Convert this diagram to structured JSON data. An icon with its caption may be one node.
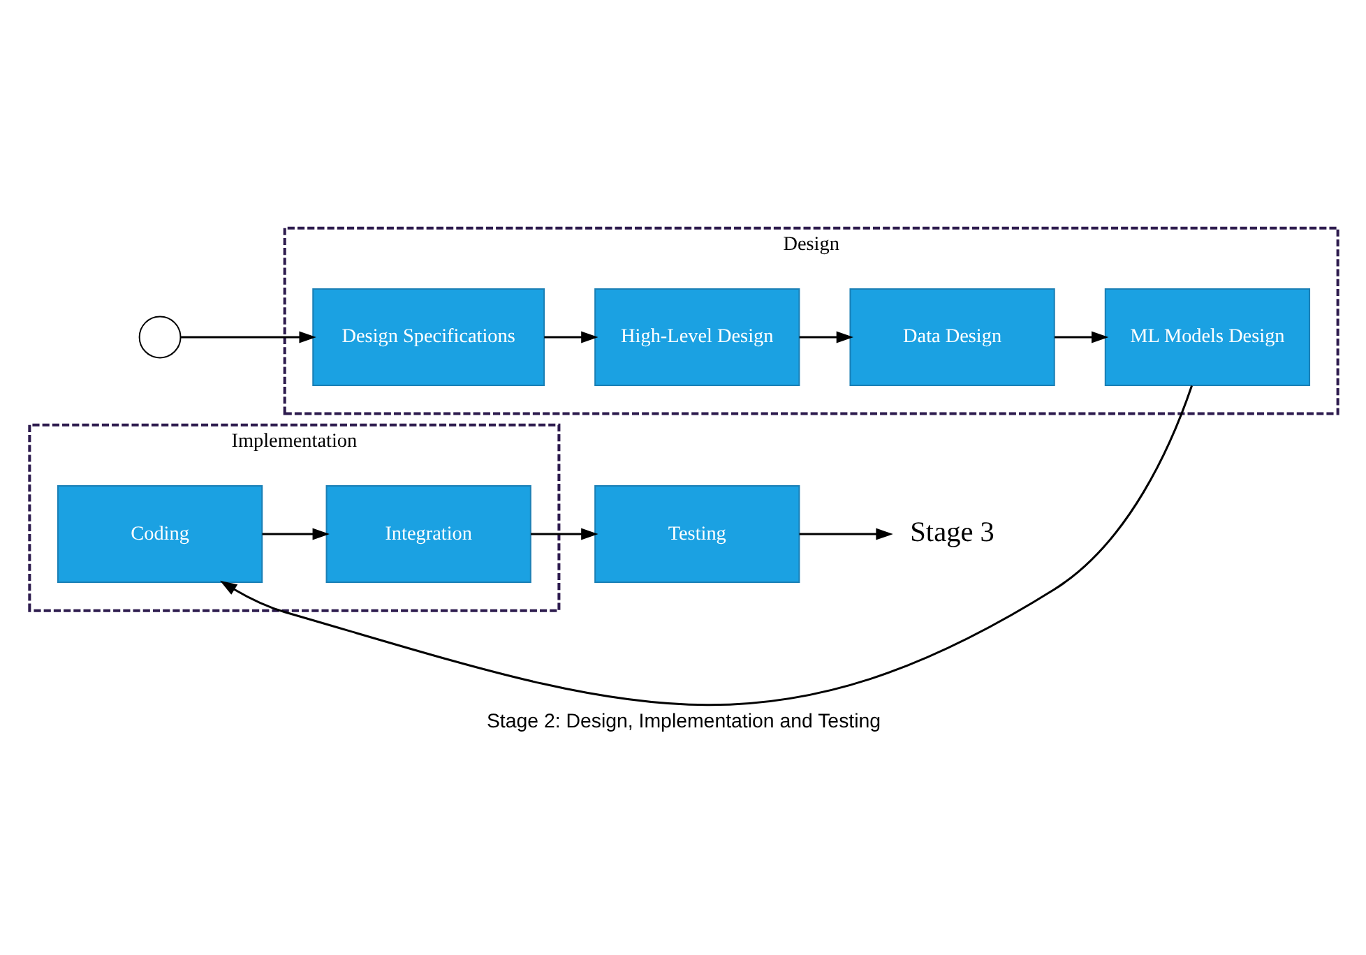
{
  "diagram": {
    "caption": "Stage 2: Design, Implementation and Testing",
    "nodes": [
      {
        "text": [],
        "shape": "circle"
      },
      {
        "text": [
          "Design"
        ]
      },
      {
        "text": [
          "Design Specifications"
        ],
        "in": 1
      },
      {
        "text": [
          "High-Level Design"
        ],
        "in": 1
      },
      {
        "text": [
          "Data Design"
        ],
        "in": 1
      },
      {
        "text": [
          "ML Models Design"
        ],
        "in": 1
      },
      {
        "text": [
          "Implementation"
        ]
      },
      {
        "text": [
          "Coding"
        ],
        "in": 6
      },
      {
        "text": [
          "Integration"
        ],
        "in": 6
      },
      {
        "text": [
          "Testing"
        ]
      },
      {
        "text": [
          "Stage 3"
        ]
      }
    ],
    "edges": [
      {
        "from": 0,
        "to": 2,
        "arrow": "to"
      },
      {
        "from": 2,
        "to": 3,
        "arrow": "to"
      },
      {
        "from": 3,
        "to": 4,
        "arrow": "to"
      },
      {
        "from": 4,
        "to": 5,
        "arrow": "to"
      },
      {
        "from": 5,
        "to": 7,
        "arrow": "to"
      },
      {
        "from": 7,
        "to": 8,
        "arrow": "to"
      },
      {
        "from": 8,
        "to": 9,
        "arrow": "to"
      },
      {
        "from": 9,
        "to": 10,
        "arrow": "to"
      }
    ]
  }
}
